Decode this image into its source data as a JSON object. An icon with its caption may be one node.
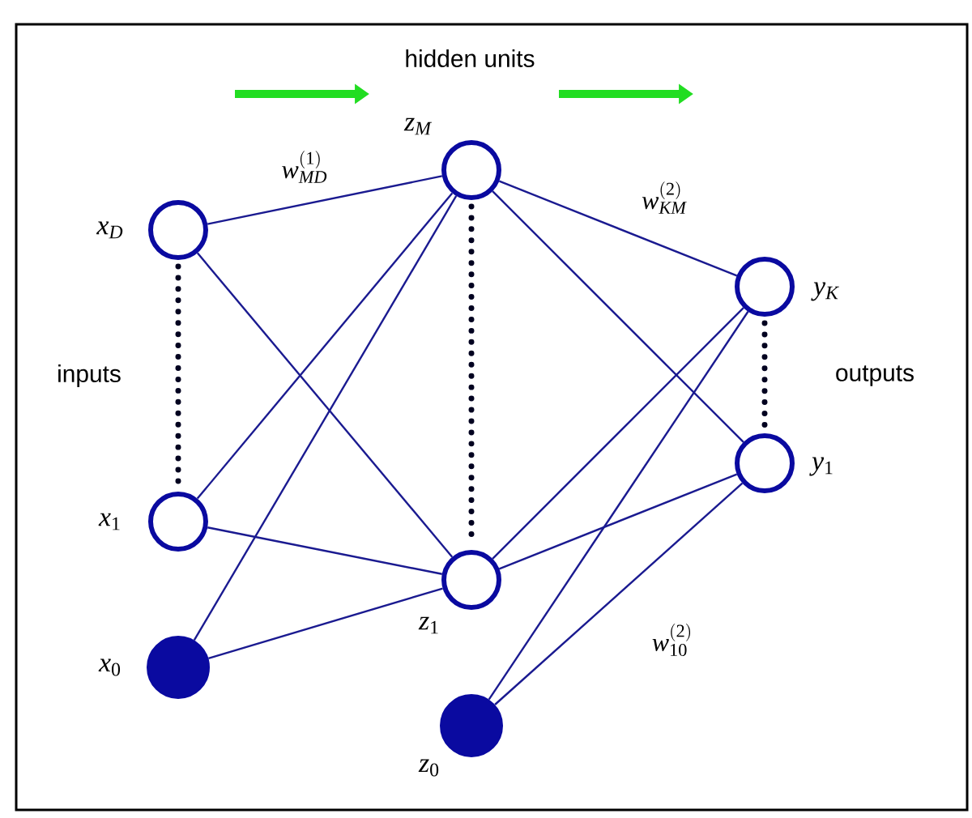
{
  "diagram": {
    "nodes": [
      {
        "text": [],
        "shape": "circle",
        "beside": [
          "x_D"
        ]
      },
      {
        "text": [],
        "shape": "circle",
        "beside": [
          "x_1"
        ]
      },
      {
        "text": [],
        "shape": "disc",
        "beside": [
          "x_0"
        ]
      },
      {
        "text": [],
        "shape": "circle",
        "beside": [
          "z_M"
        ]
      },
      {
        "text": [],
        "shape": "circle",
        "beside": [
          "z_1"
        ]
      },
      {
        "text": [],
        "shape": "disc",
        "beside": [
          "z_0"
        ]
      },
      {
        "text": [],
        "shape": "circle",
        "beside": [
          "y_K"
        ]
      },
      {
        "text": [],
        "shape": "circle",
        "beside": [
          "y_1"
        ]
      }
    ],
    "edges": [
      {
        "from": 0,
        "to": 3,
        "arrow": "none",
        "label": "w^{(1)}_{MD}"
      },
      {
        "from": 0,
        "to": 4,
        "arrow": "none"
      },
      {
        "from": 1,
        "to": 3,
        "arrow": "none"
      },
      {
        "from": 1,
        "to": 4,
        "arrow": "none"
      },
      {
        "from": 2,
        "to": 3,
        "arrow": "none"
      },
      {
        "from": 2,
        "to": 4,
        "arrow": "none"
      },
      {
        "from": 3,
        "to": 6,
        "arrow": "none",
        "label": "w^{(2)}_{KM}"
      },
      {
        "from": 3,
        "to": 7,
        "arrow": "none"
      },
      {
        "from": 4,
        "to": 6,
        "arrow": "none"
      },
      {
        "from": 4,
        "to": 7,
        "arrow": "none"
      },
      {
        "from": 5,
        "to": 6,
        "arrow": "none"
      },
      {
        "from": 5,
        "to": 7,
        "arrow": "none",
        "label": "w^{(2)}_{10}"
      },
      {
        "from": 0,
        "to": 1,
        "arrow": "none",
        "style": "dashed",
        "color": "#020220"
      },
      {
        "from": 3,
        "to": 4,
        "arrow": "none",
        "style": "dashed",
        "color": "#020220"
      },
      {
        "from": 6,
        "to": 7,
        "arrow": "none",
        "style": "dashed",
        "color": "#020220"
      }
    ],
    "labels": [
      "hidden units",
      "inputs",
      "outputs"
    ]
  }
}
